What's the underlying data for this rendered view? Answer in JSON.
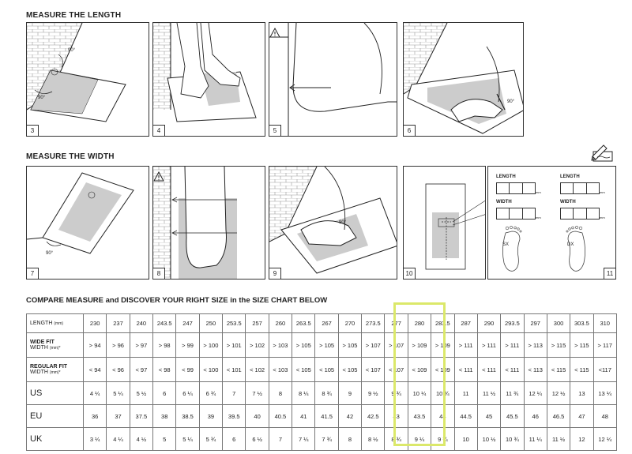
{
  "sections": {
    "length_title": "MEASURE THE LENGTH",
    "width_title": "MEASURE THE WIDTH",
    "compare_title": "COMPARE MEASURE and DISCOVER YOUR RIGHT SIZE in the SIZE CHART BELOW"
  },
  "panels": {
    "p3": "3",
    "p4": "4",
    "p5": "5",
    "p6": "6",
    "p7": "7",
    "p8": "8",
    "p9": "9",
    "p10": "10",
    "p11": "11"
  },
  "angles": {
    "a90": "90°"
  },
  "form": {
    "length_label": "LENGTH",
    "width_label": "WIDTH",
    "unit": "mm",
    "left_foot": "SX",
    "right_foot": "DX"
  },
  "table": {
    "rows": [
      {
        "label": "LENGTH",
        "unit": "(mm)",
        "values": [
          "230",
          "237",
          "240",
          "243.5",
          "247",
          "250",
          "253.5",
          "257",
          "260",
          "263.5",
          "267",
          "270",
          "273.5",
          "277",
          "280",
          "283.5",
          "287",
          "290",
          "293.5",
          "297",
          "300",
          "303.5",
          "310"
        ]
      },
      {
        "label": "WIDE FIT",
        "label2": "WIDTH",
        "unit": "(mm)*",
        "values": [
          "> 94",
          "> 96",
          "> 97",
          "> 98",
          "> 99",
          "> 100",
          "> 101",
          "> 102",
          "> 103",
          "> 105",
          "> 105",
          "> 105",
          "> 107",
          "> 107",
          "> 109",
          "> 109",
          "> 111",
          "> 111",
          "> 111",
          "> 113",
          "> 115",
          "> 115",
          "> 117"
        ]
      },
      {
        "label": "REGULAR FIT",
        "label2": "WIDTH",
        "unit": "(mm)*",
        "values": [
          "< 94",
          "< 96",
          "< 97",
          "< 98",
          "< 99",
          "< 100",
          "< 101",
          "< 102",
          "< 103",
          "< 105",
          "< 105",
          "< 105",
          "< 107",
          "< 107",
          "< 109",
          "< 109",
          "< 111",
          "< 111",
          "< 111",
          "< 113",
          "< 115",
          "< 115",
          "<117"
        ]
      },
      {
        "label": "US",
        "values": [
          "4 ¼",
          "5 ¼",
          "5 ½",
          "6",
          "6 ¼",
          "6 ¾",
          "7",
          "7 ½",
          "8",
          "8 ¼",
          "8 ¾",
          "9",
          "9 ½",
          "9 ¾",
          "10 ¼",
          "10 ¾",
          "11",
          "11 ½",
          "11 ¾",
          "12 ¼",
          "12 ½",
          "13",
          "13 ¼"
        ]
      },
      {
        "label": "EU",
        "values": [
          "36",
          "37",
          "37.5",
          "38",
          "38.5",
          "39",
          "39.5",
          "40",
          "40.5",
          "41",
          "41.5",
          "42",
          "42.5",
          "43",
          "43.5",
          "44",
          "44.5",
          "45",
          "45.5",
          "46",
          "46.5",
          "47",
          "48"
        ]
      },
      {
        "label": "UK",
        "values": [
          "3 ¼",
          "4 ¼",
          "4 ½",
          "5",
          "5 ¼",
          "5 ¾",
          "6",
          "6 ½",
          "7",
          "7 ¼",
          "7 ¾",
          "8",
          "8 ½",
          "8 ¾",
          "9 ¼",
          "9 ¾",
          "10",
          "10 ½",
          "10 ¾",
          "11 ¼",
          "11 ½",
          "12",
          "12 ¼"
        ]
      }
    ]
  }
}
